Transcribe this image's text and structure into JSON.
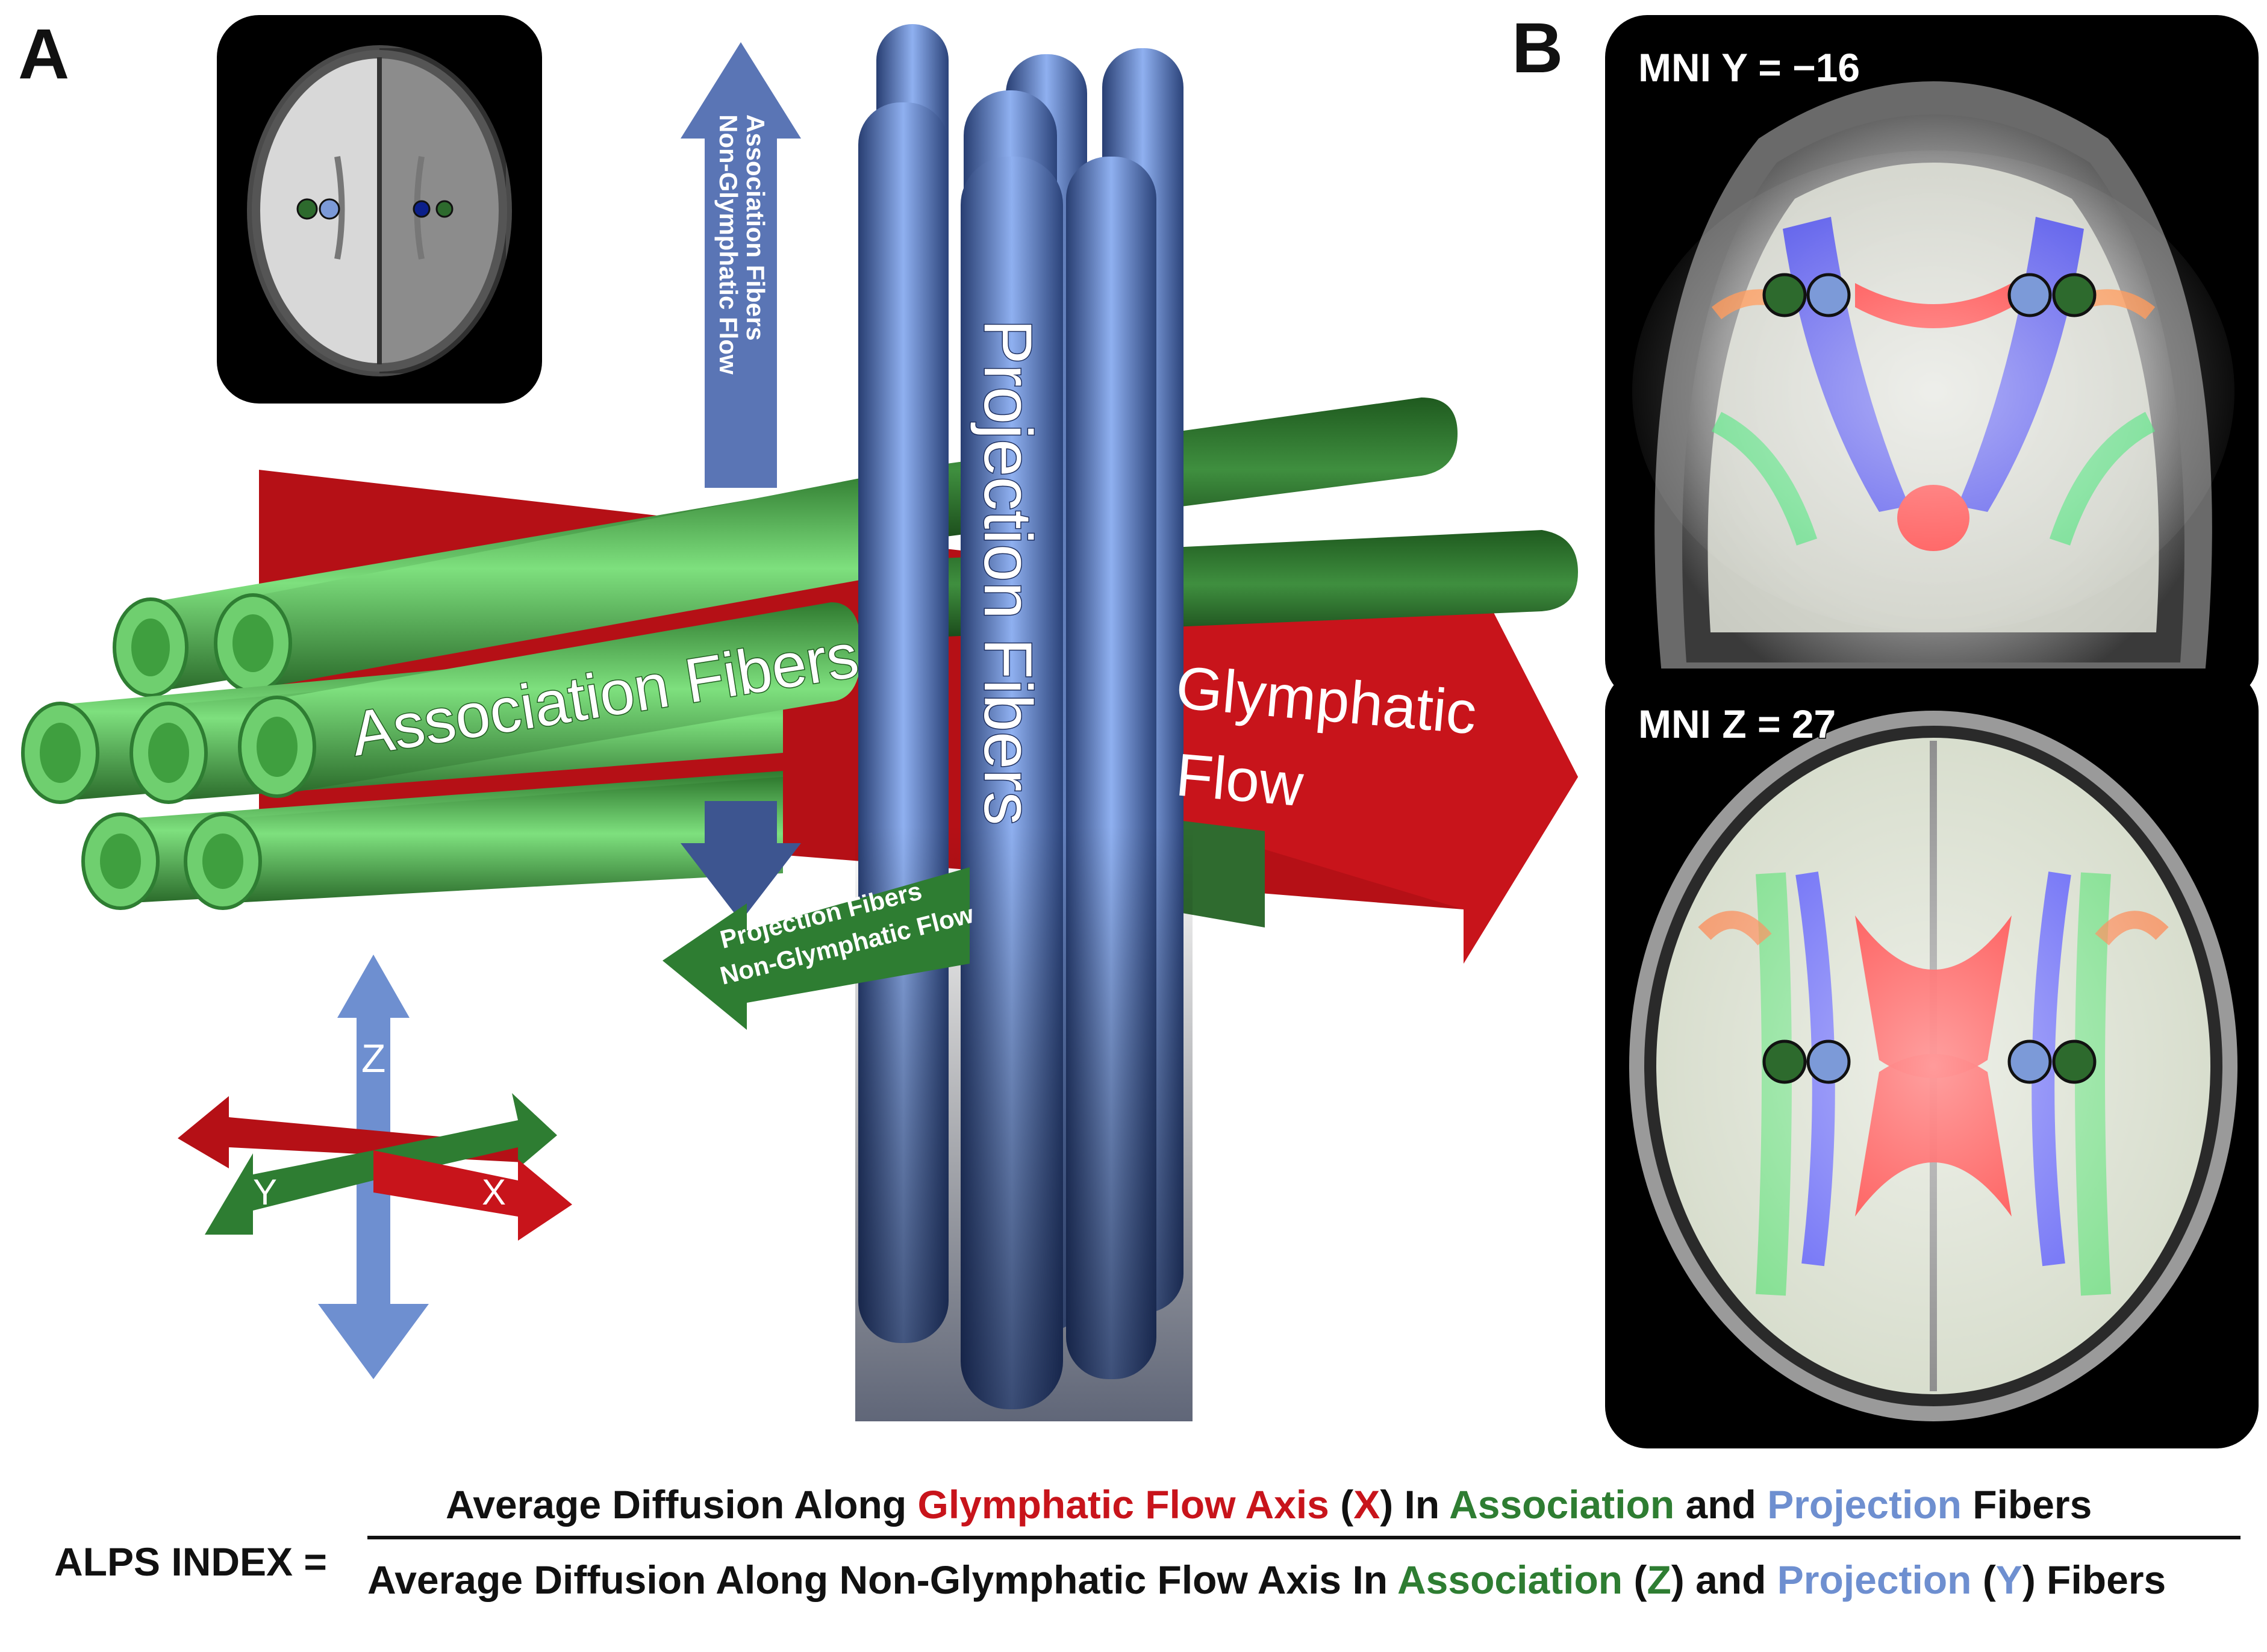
{
  "panels": {
    "a_letter": "A",
    "b_letter": "B"
  },
  "panel_a": {
    "assoc_label": "Association Fibers",
    "proj_label": "Projection Fibers",
    "glymphatic_label_line1": "Glymphatic",
    "glymphatic_label_line2": "Flow",
    "assoc_nonglym_line1": "Association Fibers",
    "assoc_nonglym_line2": "Non-Glymphatic Flow",
    "proj_nonglym_line1": "Projection Fibers",
    "proj_nonglym_line2": "Non-Glymphatic Flow",
    "axis_z": "Z",
    "axis_y": "Y",
    "axis_x": "X"
  },
  "panel_b": {
    "coronal_label": "MNI Y = −16",
    "axial_label": "MNI Z = 27"
  },
  "equation": {
    "label": "ALPS INDEX =",
    "num_1": "Average Diffusion Along ",
    "num_2": "Glymphatic Flow Axis",
    "num_3": " (",
    "num_4": "X",
    "num_5": ") In ",
    "num_6": "Association",
    "num_7": " and ",
    "num_8": "Projection",
    "num_9": " Fibers",
    "den_1": "Average Diffusion Along Non-Glymphatic Flow Axis In ",
    "den_2": "Association",
    "den_3": " (",
    "den_4": "Z",
    "den_5": ") and ",
    "den_6": "Projection",
    "den_7": " (",
    "den_8": "Y",
    "den_9": ") Fibers"
  },
  "colors": {
    "red": "#c8141b",
    "green": "#2e7d32",
    "blue": "#6e8fd0",
    "tube_green": "#4caf50",
    "tube_blue": "#4a69a8"
  }
}
